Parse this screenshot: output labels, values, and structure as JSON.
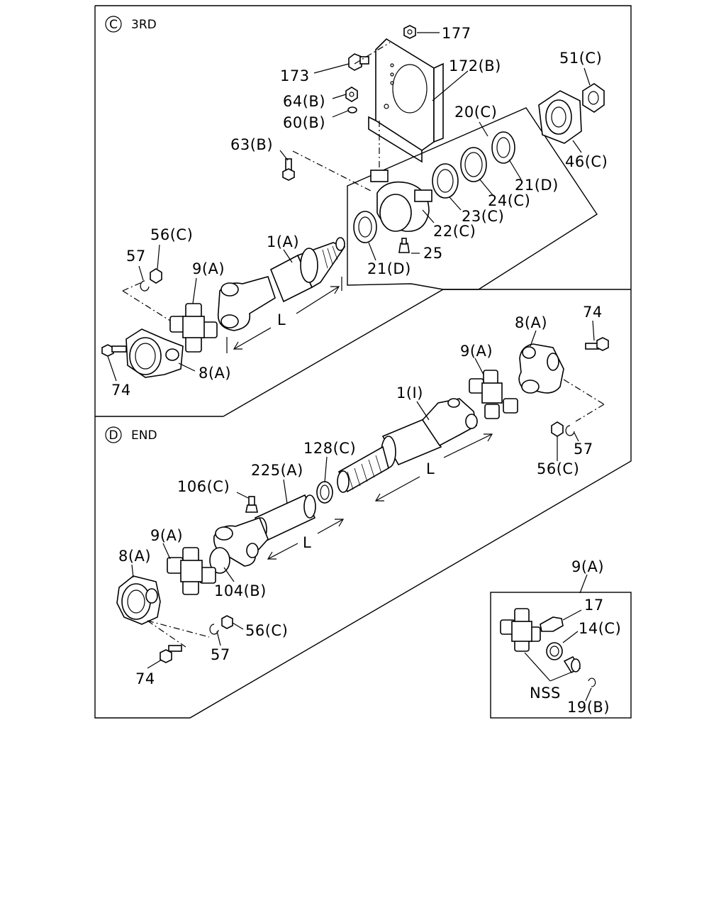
{
  "sections": {
    "c": {
      "circle": "C",
      "title": "3RD"
    },
    "d": {
      "circle": "D",
      "title": "END"
    }
  },
  "labels": {
    "c_177": "177",
    "c_173": "173",
    "c_172": "172(B)",
    "c_64": "64(B)",
    "c_60": "60(B)",
    "c_63": "63(B)",
    "c_20": "20(C)",
    "c_51": "51(C)",
    "c_46": "46(C)",
    "c_21d_top": "21(D)",
    "c_24": "24(C)",
    "c_23": "23(C)",
    "c_22": "22(C)",
    "c_25": "25",
    "c_21d_bot": "21(D)",
    "c_1a": "1(A)",
    "c_56c": "56(C)",
    "c_57": "57",
    "c_9a": "9(A)",
    "c_L": "L",
    "c_74": "74",
    "c_8a": "8(A)",
    "d_8a_top": "8(A)",
    "d_74_top": "74",
    "d_9a_top": "9(A)",
    "d_1i": "1(I)",
    "d_128": "128(C)",
    "d_225": "225(A)",
    "d_106": "106(C)",
    "d_L_top": "L",
    "d_L_bot": "L",
    "d_57_top": "57",
    "d_56_top": "56(C)",
    "d_9a_left": "9(A)",
    "d_8a_left": "8(A)",
    "d_104": "104(B)",
    "d_56_bot": "56(C)",
    "d_57_bot": "57",
    "d_74_bot": "74",
    "inset_9a": "9(A)",
    "inset_17": "17",
    "inset_14": "14(C)",
    "inset_nss": "NSS",
    "inset_19": "19(B)"
  }
}
